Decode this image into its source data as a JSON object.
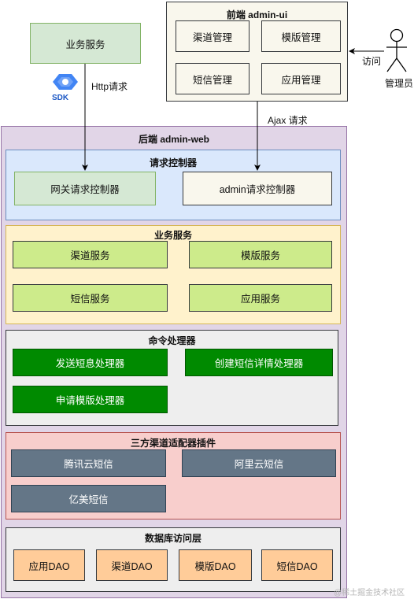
{
  "top": {
    "biz_service": "业务服务",
    "sdk_label": "SDK",
    "http_label": "Http请求",
    "frontend_title": "前端   admin-ui",
    "frontend_items": [
      "渠道管理",
      "模版管理",
      "短信管理",
      "应用管理"
    ],
    "visit_label": "访问",
    "admin_user": "管理员",
    "ajax_label": "Ajax 请求"
  },
  "backend": {
    "title": "后端 admin-web",
    "request_ctrl": {
      "title": "请求控制器",
      "items": [
        "网关请求控制器",
        "admin请求控制器"
      ]
    },
    "biz": {
      "title": "业务服务",
      "items": [
        "渠道服务",
        "模版服务",
        "短信服务",
        "应用服务"
      ]
    },
    "cmd": {
      "title": "命令处理器",
      "items": [
        "发送短息处理器",
        "创建短信详情处理器",
        "申请模版处理器"
      ]
    },
    "adapter": {
      "title": "三方渠道适配器插件",
      "items": [
        "腾讯云短信",
        "阿里云短信",
        "亿美短信"
      ]
    },
    "dao": {
      "title": "数据库访问层",
      "items": [
        "应用DAO",
        "渠道DAO",
        "模版DAO",
        "短信DAO"
      ]
    }
  },
  "watermark": "@稀土掘金技术社区",
  "colors": {
    "backend_bg": "#e1d5e7",
    "request_bg": "#dae8fc",
    "biz_bg": "#fff2cc",
    "cmd_bg": "#eeeeee",
    "adapter_bg": "#f8cecc",
    "dao_bg": "#eeeeee",
    "sdk_blue": "#4285f4"
  }
}
